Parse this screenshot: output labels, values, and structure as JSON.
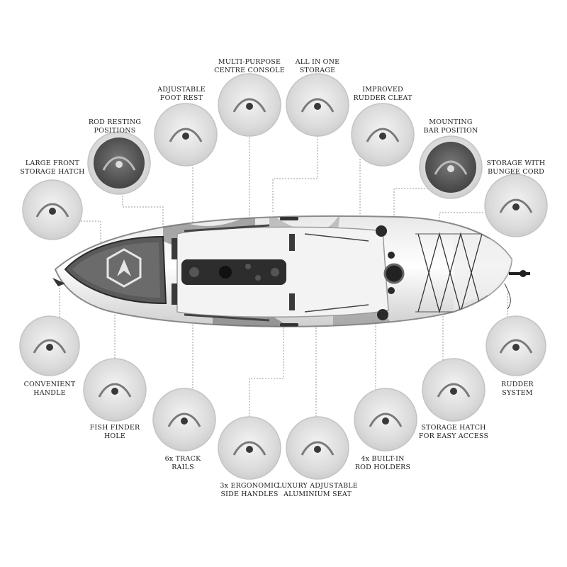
{
  "features": [
    {
      "id": "front-storage-hatch",
      "lines": [
        "LARGE FRONT",
        "STORAGE HATCH"
      ]
    },
    {
      "id": "rod-resting-positions",
      "lines": [
        "ROD RESTING",
        "POSITIONS"
      ]
    },
    {
      "id": "adjustable-foot-rest",
      "lines": [
        "ADJUSTABLE",
        "FOOT REST"
      ]
    },
    {
      "id": "centre-console",
      "lines": [
        "MULTI-PURPOSE",
        "CENTRE CONSOLE"
      ]
    },
    {
      "id": "all-in-one-storage",
      "lines": [
        "ALL IN ONE",
        "STORAGE"
      ]
    },
    {
      "id": "rudder-cleat",
      "lines": [
        "IMPROVED",
        "RUDDER CLEAT"
      ]
    },
    {
      "id": "mounting-bar",
      "lines": [
        "MOUNTING",
        "BAR POSITION"
      ]
    },
    {
      "id": "bungee-storage",
      "lines": [
        "STORAGE WITH",
        "BUNGEE CORD"
      ]
    },
    {
      "id": "convenient-handle",
      "lines": [
        "CONVENIENT",
        "HANDLE"
      ]
    },
    {
      "id": "fish-finder-hole",
      "lines": [
        "FISH FINDER",
        "HOLE"
      ]
    },
    {
      "id": "track-rails",
      "lines": [
        "6x TRACK",
        "RAILS"
      ]
    },
    {
      "id": "side-handles",
      "lines": [
        "3x ERGONOMIC",
        "SIDE HANDLES"
      ]
    },
    {
      "id": "aluminium-seat",
      "lines": [
        "LUXURY ADJUSTABLE",
        "ALUMINIUM SEAT"
      ]
    },
    {
      "id": "rod-holders",
      "lines": [
        "4x BUILT-IN",
        "ROD HOLDERS"
      ]
    },
    {
      "id": "rear-storage-hatch",
      "lines": [
        "STORAGE HATCH",
        "FOR EASY ACCESS"
      ]
    },
    {
      "id": "rudder-system",
      "lines": [
        "RUDDER",
        "SYSTEM"
      ]
    }
  ]
}
